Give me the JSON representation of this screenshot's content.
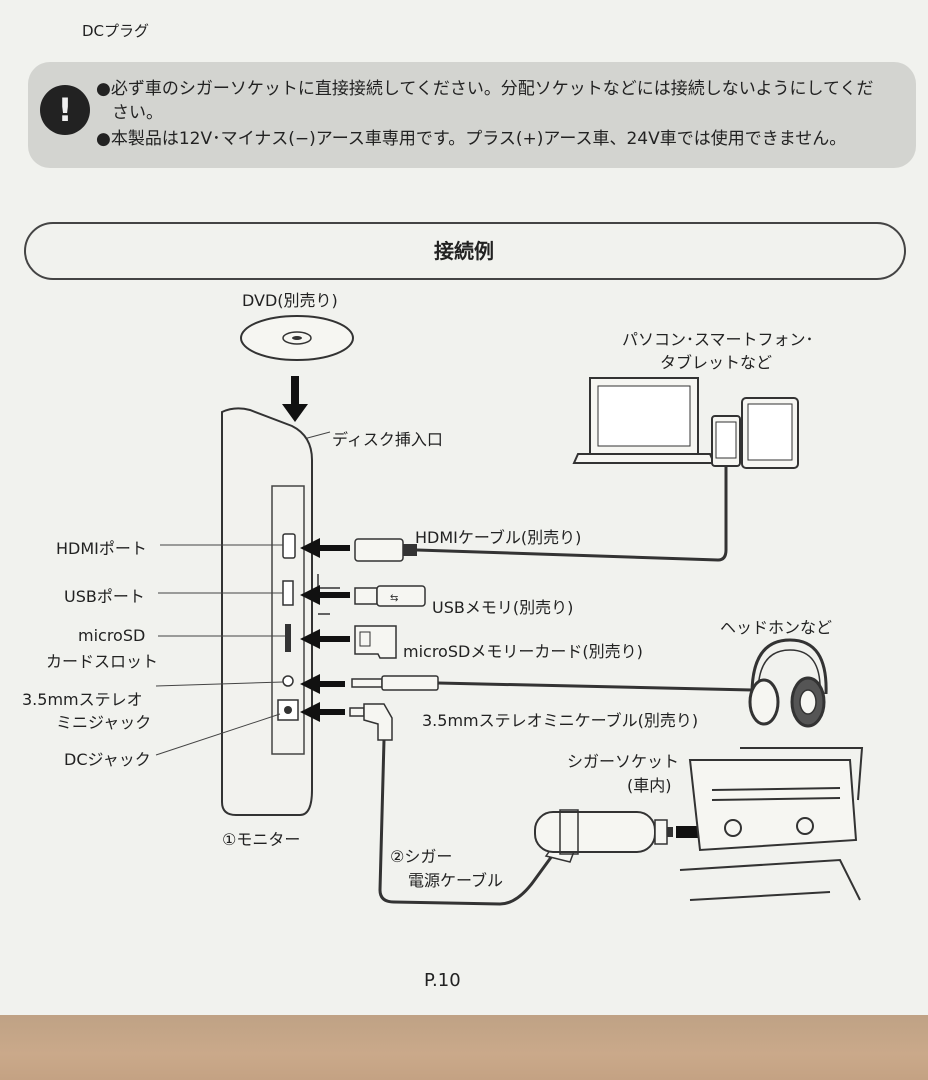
{
  "top_fragment": {
    "dc_plug_label": "DCプラグ"
  },
  "warning": {
    "icon": "exclamation-icon",
    "line1": "●必ず車のシガーソケットに直接接続してください。分配ソケットなどには接続しないようにしてくだ",
    "line1_cont": "さい。",
    "line2": "●本製品は12V･マイナス(−)アース車専用です。プラス(+)アース車、24V車では使用できません。"
  },
  "section_title": "接続例",
  "diagram": {
    "dvd": "DVD(別売り)",
    "disc_slot": "ディスク挿入口",
    "devices_line1": "パソコン･スマートフォン･",
    "devices_line2": "タブレットなど",
    "ports": {
      "hdmi": "HDMIポート",
      "usb": "USBポート",
      "microsd_line1": "microSD",
      "microsd_line2": "カードスロット",
      "jack_line1": "3.5mmステレオ",
      "jack_line2": "ミニジャック",
      "dc": "DCジャック"
    },
    "cables": {
      "hdmi": "HDMIケーブル(別売り)",
      "usb": "USBメモリ(別売り)",
      "microsd": "microSDメモリーカード(別売り)",
      "audio": "3.5mmステレオミニケーブル(別売り)"
    },
    "headphones": "ヘッドホンなど",
    "cigar_socket_line1": "シガーソケット",
    "cigar_socket_line2": "(車内)",
    "monitor": "①モニター",
    "power_line1": "②シガー",
    "power_line2": "電源ケーブル"
  },
  "page_number": "P.10"
}
